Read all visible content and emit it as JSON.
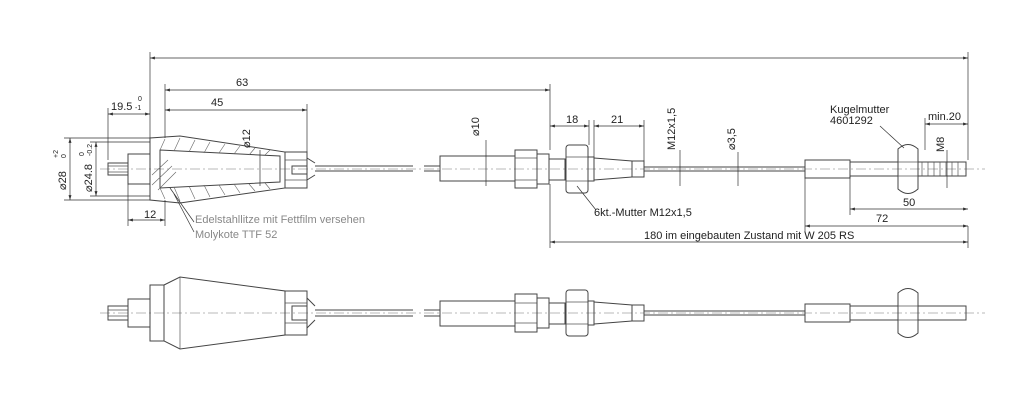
{
  "dimensions": {
    "d_19_5": "19.5",
    "d_19_5_tol_upper": "0",
    "d_19_5_tol_lower": "-1",
    "d_63": "63",
    "d_45": "45",
    "d_12_dia": "⌀12",
    "d_28_dia": "⌀28",
    "d_28_tol_upper": "+2",
    "d_28_tol_lower": "0",
    "d_24_8_dia": "⌀24.8",
    "d_24_8_tol_upper": "0",
    "d_24_8_tol_lower": "-0.2",
    "d_12": "12",
    "d_10_dia": "⌀10",
    "d_18": "18",
    "d_21": "21",
    "d_m12": "M12x1,5",
    "d_3_5_dia": "⌀3,5",
    "d_min20": "min.20",
    "d_m8": "M8",
    "d_50": "50",
    "d_72": "72"
  },
  "labels": {
    "kugelmutter_line1": "Kugelmutter",
    "kugelmutter_line2": "4601292",
    "sechskant": "6kt.-Mutter M12x1,5",
    "installed": "180 im eingebauten Zustand mit W 205 RS"
  },
  "notes": {
    "line1": "Edelstahllitze mit Fettfilm versehen",
    "line2": "Molykote TTF 52"
  }
}
